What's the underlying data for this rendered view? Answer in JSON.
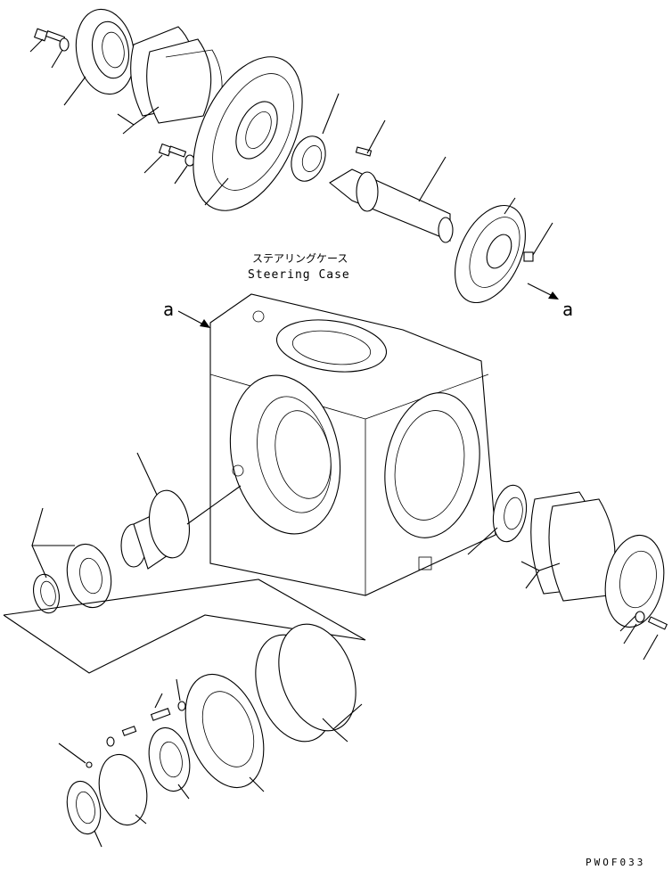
{
  "labels": {
    "case_jp": "ステアリングケース",
    "case_en": "Steering Case",
    "ref_left": "a",
    "ref_right": "a",
    "drawing_code": "PWOF033"
  }
}
